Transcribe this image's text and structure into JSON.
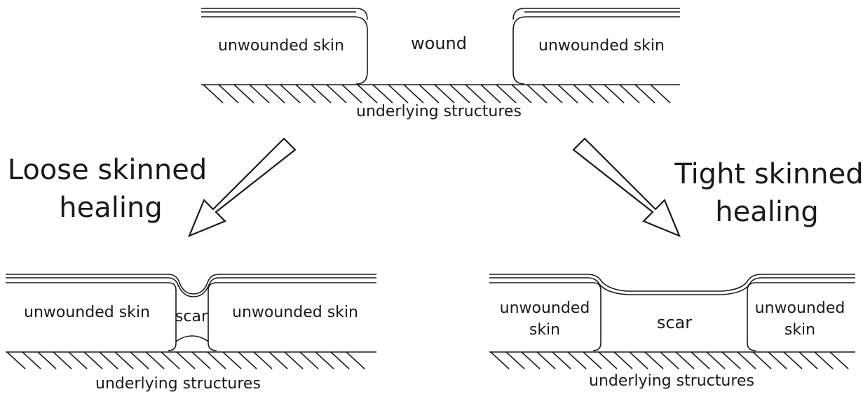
{
  "top_panel": {
    "left_skin": "unwounded skin",
    "wound": "wound",
    "right_skin": "unwounded skin",
    "base": "underlying structures"
  },
  "arrows": {
    "left_title_line1": "Loose skinned",
    "left_title_line2": "healing",
    "right_title_line1": "Tight skinned",
    "right_title_line2": "healing"
  },
  "loose_panel": {
    "left_skin": "unwounded skin",
    "scar": "scar",
    "right_skin": "unwounded skin",
    "base": "underlying structures"
  },
  "tight_panel": {
    "left_skin_line1": "unwounded",
    "left_skin_line2": "skin",
    "scar": "scar",
    "right_skin_line1": "unwounded",
    "right_skin_line2": "skin",
    "base": "underlying structures"
  }
}
